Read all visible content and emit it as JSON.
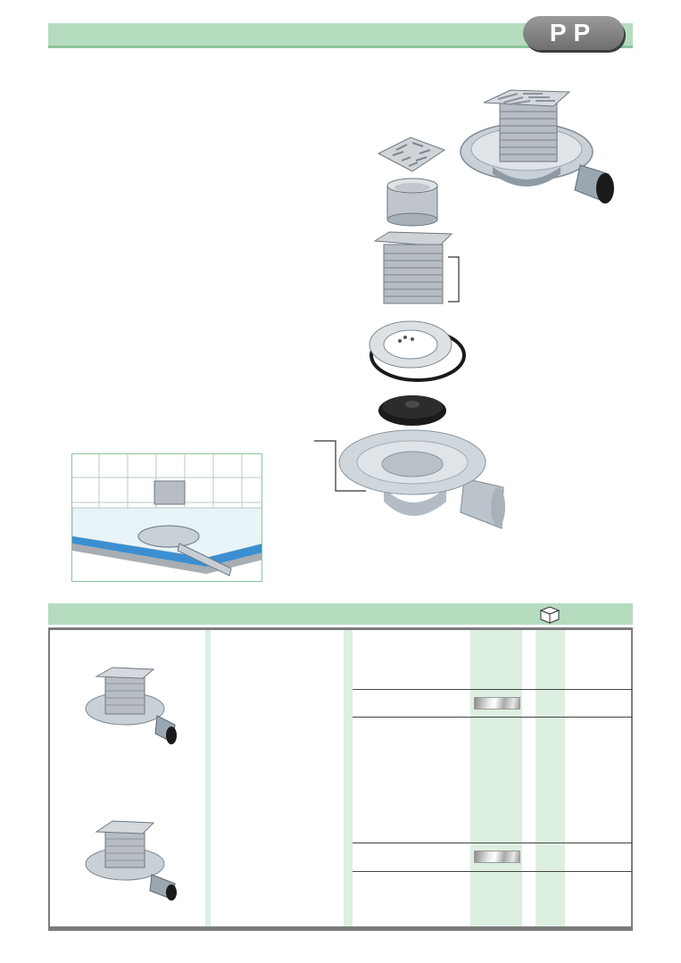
{
  "header": {
    "badge_text": "PP",
    "band_color": "#b5dcbf"
  },
  "icons": {
    "package": "box-icon"
  },
  "table": {
    "header_color": "#b5dcbf",
    "column_tint": "#dcefe1",
    "rows": [
      {
        "finish": "stainless-steel"
      },
      {
        "finish": "stainless-steel"
      }
    ]
  }
}
